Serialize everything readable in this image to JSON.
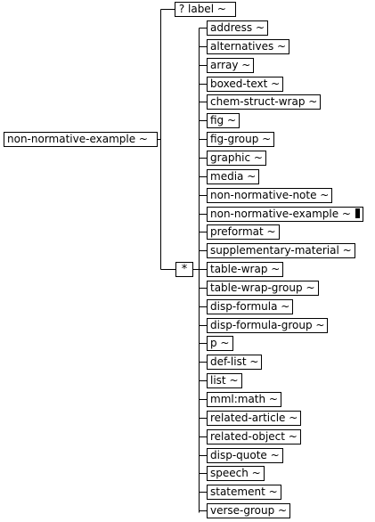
{
  "root": {
    "label": "non-normative-example ~"
  },
  "optional_child": {
    "icon": "?",
    "label": "label ~"
  },
  "choice_group": {
    "icon": "*"
  },
  "children": [
    "address ~",
    "alternatives ~",
    "array ~",
    "boxed-text ~",
    "chem-struct-wrap ~",
    "fig ~",
    "fig-group ~",
    "graphic ~",
    "media ~",
    "non-normative-note ~",
    "non-normative-example ~",
    "preformat ~",
    "supplementary-material ~",
    "table-wrap ~",
    "table-wrap-group ~",
    "disp-formula ~",
    "disp-formula-group ~",
    "p ~",
    "def-list ~",
    "list ~",
    "mml:math ~",
    "related-article ~",
    "related-object ~",
    "disp-quote ~",
    "speech ~",
    "statement ~",
    "verse-group ~"
  ],
  "recursive_child": "non-normative-example ~"
}
